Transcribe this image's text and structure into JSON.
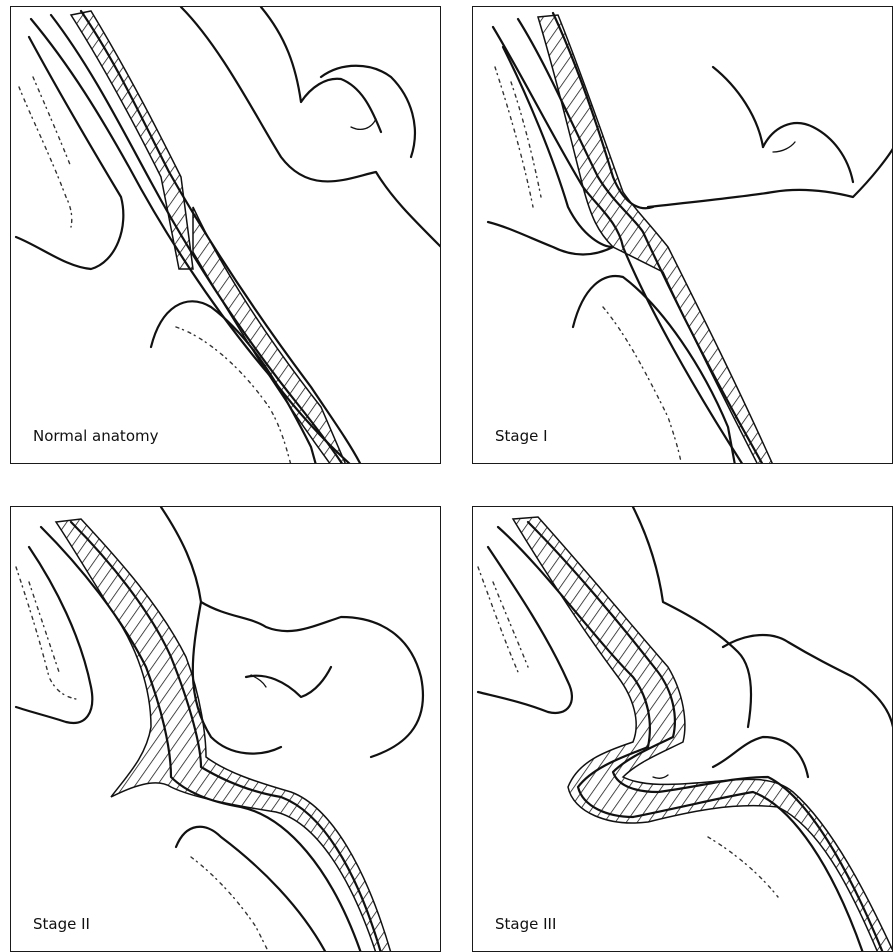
{
  "panels": [
    {
      "label": "Normal anatomy"
    },
    {
      "label": "Stage I"
    },
    {
      "label": "Stage II"
    },
    {
      "label": "Stage III"
    }
  ]
}
